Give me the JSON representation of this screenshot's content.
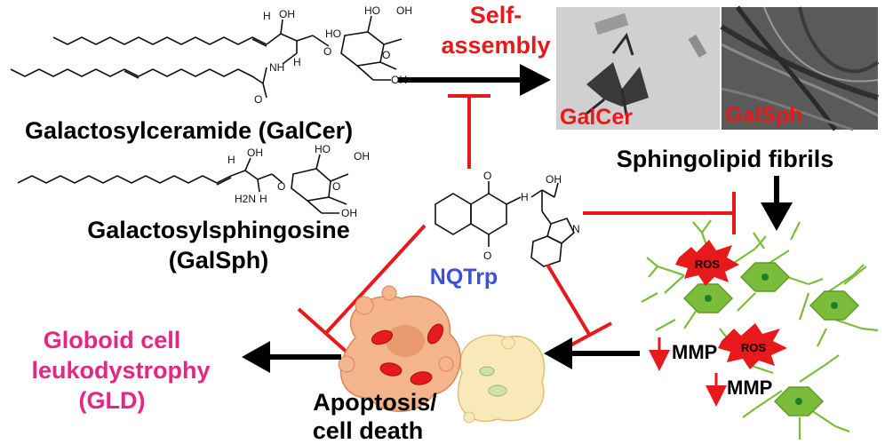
{
  "molecules": {
    "galcer": "Galactosylceramide (GalCer)",
    "galsph_line1": "Galactosylsphingosine",
    "galsph_line2": "(GalSph)",
    "nqtrp": "NQTrp"
  },
  "process": {
    "self_assembly_line1": "Self-",
    "self_assembly_line2": "assembly",
    "fibrils": "Sphingolipid fibrils",
    "panel_galcer": "GalCer",
    "panel_galsph": "GalSph"
  },
  "disease": {
    "line1": "Globoid cell",
    "line2": "leukodystrophy",
    "line3": "(GLD)"
  },
  "outcome": {
    "line1": "Apoptosis/",
    "line2": "cell death"
  },
  "cell_labels": {
    "ros": "ROS",
    "mmp": "MMP"
  },
  "atoms": {
    "h": "H",
    "oh": "OH",
    "ho": "HO",
    "nh": "NH",
    "o": "O",
    "h2n": "H2N",
    "n": "N"
  },
  "colors": {
    "inhibit": "#e8191b",
    "arrow": "#000000",
    "red_label": "#e8191b",
    "nqtrp": "#3a51e0",
    "gld": "#e52683",
    "cell_green": "#7bbd3a",
    "nucleus": "#1d7f2a",
    "ros_burst": "#e8191b",
    "apoptotic": "#f4b48c"
  }
}
